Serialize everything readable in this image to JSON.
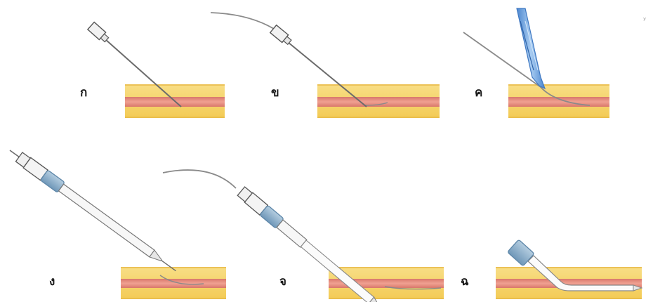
{
  "figure": {
    "panels": [
      {
        "label": "ก",
        "step": "needle"
      },
      {
        "label": "ข",
        "step": "guidewire"
      },
      {
        "label": "ค",
        "step": "scalpel-incision"
      },
      {
        "label": "ง",
        "step": "dilator-over-wire"
      },
      {
        "label": "จ",
        "step": "sheath-and-dilator"
      },
      {
        "label": "ฉ",
        "step": "sheath-in-place"
      }
    ],
    "colors": {
      "fat_layer": "#f6d267",
      "fat_edge": "#eec455",
      "vessel": "#e8877a",
      "vessel_dark": "#d36c5f",
      "needle": "#6b6b6b",
      "wire": "#8a8a8a",
      "syringe_blue": "#8fb3cf",
      "syringe_blue_dark": "#5d86a8",
      "scalpel": "#7fb0e6",
      "scalpel_dark": "#3f78c2"
    },
    "icons": {
      "needle": "needle-icon",
      "guidewire": "guidewire-icon",
      "scalpel": "scalpel-icon",
      "dilator": "dilator-icon",
      "sheath": "sheath-icon"
    }
  }
}
